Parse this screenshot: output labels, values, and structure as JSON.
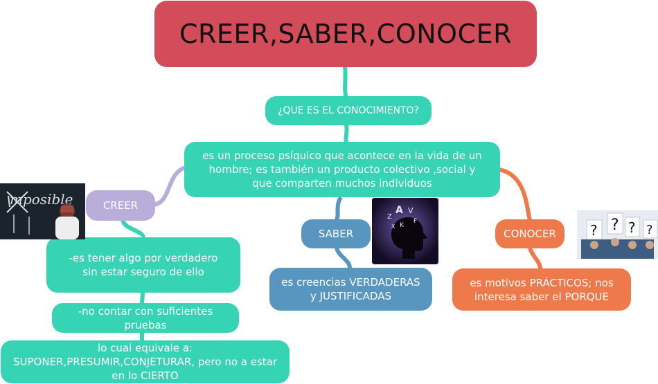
{
  "title": "CREER,SABER,CONOCER",
  "question": "¿QUE ES EL CONOCIMIENTO?",
  "definition": "es un proceso psíquico que acontece en la vida de un hombre; es también un producto colectivo ,social y que comparten muchos individuos",
  "branches": {
    "creer": {
      "label": "CREER",
      "color": "#b8aed9",
      "items": [
        "-es tener algo por verdadero sin estar seguro de ello",
        "-no contar con suficientes pruebas",
        "lo cual equivale a: SUPONER,PRESUMIR,CONJETURAR, pero no a estar en lo CIERTO"
      ],
      "image_text": "Imposible"
    },
    "saber": {
      "label": "SABER",
      "color": "#5895bf",
      "items": [
        "es creencias VERDADERAS y JUSTIFICADAS"
      ]
    },
    "conocer": {
      "label": "CONOCER",
      "color": "#ee7a4c",
      "items": [
        "es motivos PRÁCTICOS; nos interesa saber el PORQUE"
      ]
    }
  },
  "colors": {
    "title": "#d24c59",
    "teal": "#36d3b4"
  }
}
